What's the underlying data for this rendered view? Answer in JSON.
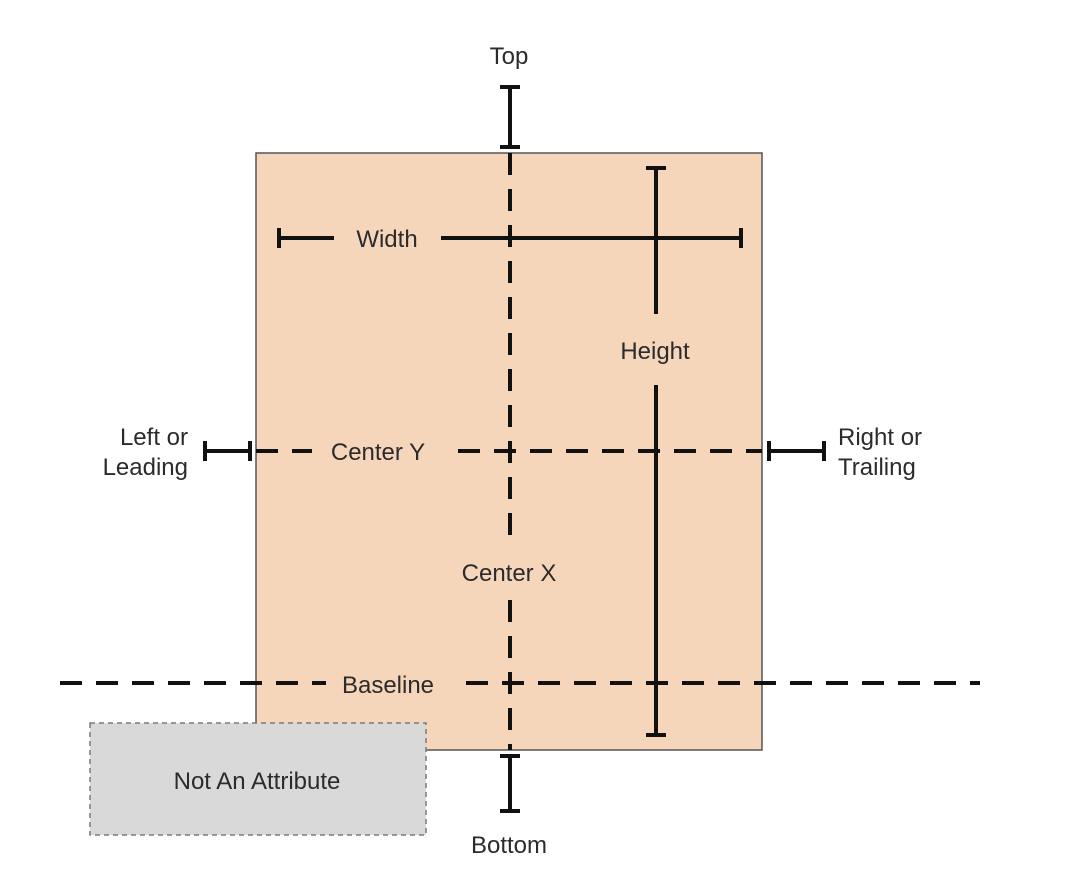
{
  "colors": {
    "view_fill": "#f6d6bb",
    "view_border": "#555555",
    "line": "#111111",
    "text": "#2b2b2b",
    "not_attribute_fill": "#d9d9d9",
    "not_attribute_border": "#7a7a7a"
  },
  "labels": {
    "top": "Top",
    "bottom": "Bottom",
    "width": "Width",
    "height": "Height",
    "center_y": "Center Y",
    "center_x": "Center X",
    "baseline": "Baseline",
    "left_line1": "Left or",
    "left_line2": "Leading",
    "right_line1": "Right or",
    "right_line2": "Trailing",
    "not_attribute": "Not An Attribute"
  }
}
